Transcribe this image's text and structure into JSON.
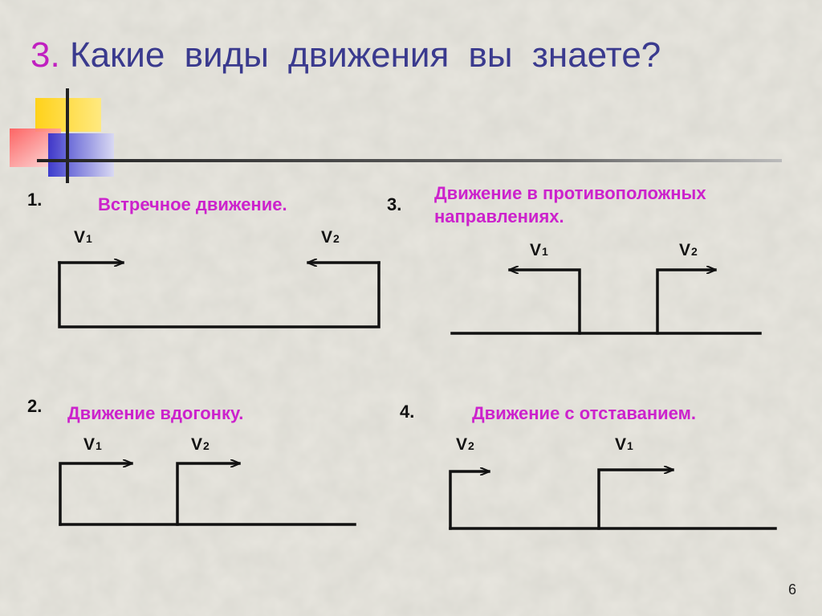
{
  "slide": {
    "title_num": "3.",
    "title_text": "Какие виды движения вы знаете?",
    "page_number": "6"
  },
  "colors": {
    "title": "#3a3a8e",
    "title_number": "#c020c0",
    "section_title": "#cc22cc",
    "line": "#111111"
  },
  "sections": [
    {
      "num": "1.",
      "title": "Встречное движение.",
      "velocities": [
        "V1",
        "V2"
      ],
      "arrow_directions": [
        "right",
        "left"
      ]
    },
    {
      "num": "2.",
      "title": "Движение вдогонку.",
      "velocities": [
        "V1",
        "V2"
      ],
      "arrow_directions": [
        "right",
        "right"
      ]
    },
    {
      "num": "3.",
      "title_line1": "Движение в противоположных",
      "title_line2": "направлениях.",
      "velocities": [
        "V1",
        "V2"
      ],
      "arrow_directions": [
        "left",
        "right"
      ]
    },
    {
      "num": "4.",
      "title": "Движение с отставанием.",
      "velocities": [
        "V2",
        "V1"
      ],
      "arrow_directions": [
        "right",
        "right"
      ]
    }
  ],
  "icons": [
    "decorative-squares-icon"
  ]
}
